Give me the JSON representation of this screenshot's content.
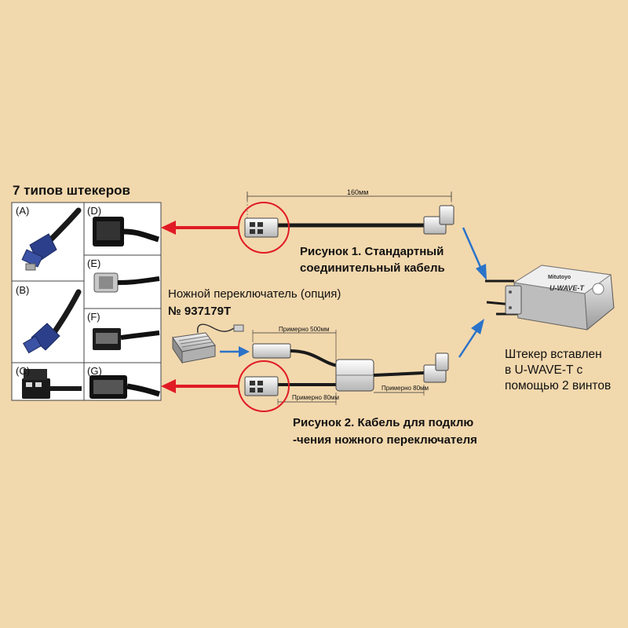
{
  "connectors": {
    "title": "7 типов штекеров",
    "labels": {
      "a": "(A)",
      "b": "(B)",
      "c": "(C)",
      "d": "(D)",
      "e": "(E)",
      "f": "(F)",
      "g": "(G)"
    }
  },
  "figure1": {
    "dimension": "160мм",
    "caption_line1": "Рисунок 1. Стандартный",
    "caption_line2": "соединительный кабель"
  },
  "foot_switch": {
    "title": "Ножной переключатель (опция)",
    "part_number": "№ 937179T"
  },
  "figure2": {
    "dim_500": "Примерно 500мм",
    "dim_80_left": "Примерно 80мм",
    "dim_80_right": "Примерно 80мм",
    "caption_line1": "Рисунок 2. Кабель для подклю",
    "caption_line2": "-чения ножного переключателя"
  },
  "uwave": {
    "line1": "Штекер вставлен",
    "line2": "в U-WAVE-T с",
    "line3": "помощью 2 винтов",
    "device_brand": "Mitutoyo",
    "device_label": "U-WAVE-T"
  },
  "colors": {
    "background": "#f2d8ad",
    "red_arrow": "#e01b24",
    "blue_arrow": "#2a73c9",
    "cable": "#222222"
  }
}
